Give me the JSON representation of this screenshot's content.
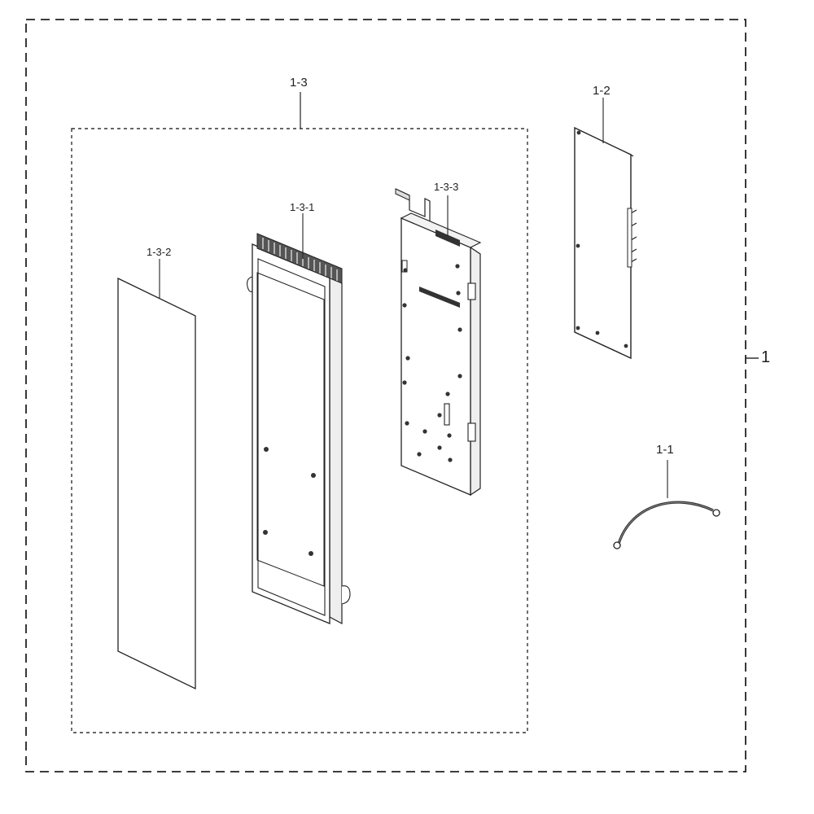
{
  "labels": {
    "assembly": "1",
    "cable": "1-1",
    "pcb": "1-2",
    "door_assy": "1-3",
    "door_frame": "1-3-1",
    "door_film": "1-3-2",
    "door_bracket": "1-3-3"
  },
  "colors": {
    "line": "#222222",
    "panel_fill": "#ffffff",
    "hole_fill": "#333333"
  }
}
